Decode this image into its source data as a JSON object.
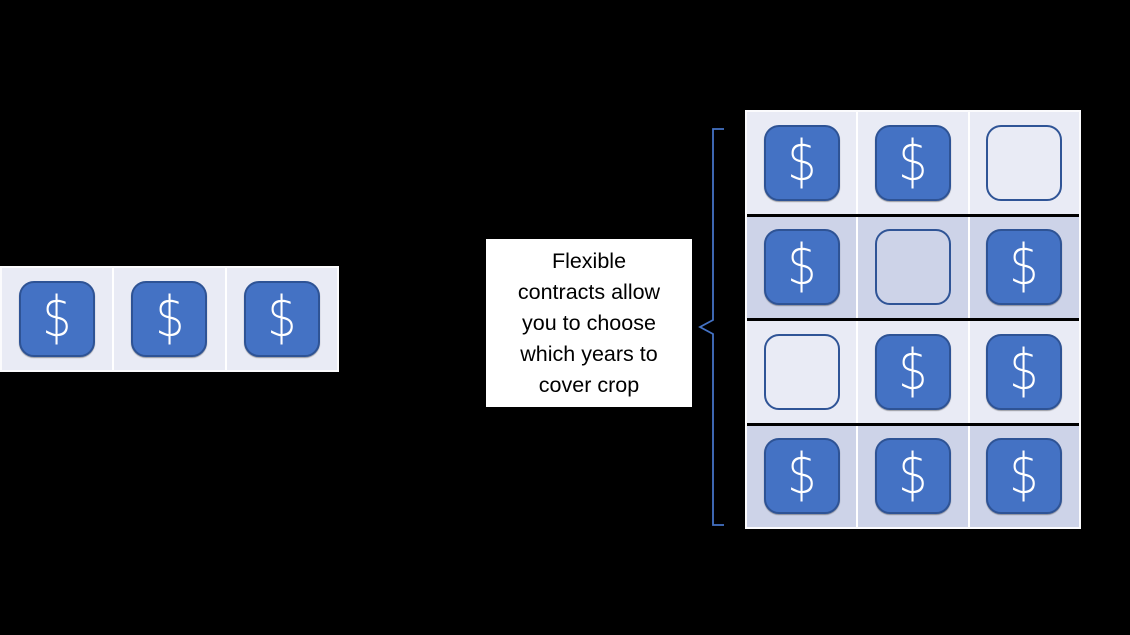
{
  "slide": {
    "background": "#000000"
  },
  "colors": {
    "square_fill": "#4472C4",
    "square_border": "#2E5395",
    "dollar_color": "#FFFFFF",
    "row_light": "#E9EBF5",
    "row_dark": "#CDD3E8",
    "divider": "#FFFFFF",
    "separator": "#000000",
    "bracket": "#4472C4",
    "callout_bg": "#FFFFFF",
    "callout_text": "#000000",
    "canvas_bg": "#000000"
  },
  "dollar_glyph": "$",
  "single_year_strip": {
    "cells": [
      "dollar",
      "dollar",
      "dollar"
    ]
  },
  "callout": {
    "text": "Flexible contracts allow you to choose which years to cover crop",
    "lines": [
      "Flexible",
      "contracts allow",
      "you to choose",
      "which years to",
      "cover crop"
    ]
  },
  "flex_grid": {
    "rows": [
      {
        "shade": "light",
        "cells": [
          "dollar",
          "dollar",
          "empty"
        ]
      },
      {
        "shade": "dark",
        "cells": [
          "dollar",
          "empty",
          "dollar"
        ]
      },
      {
        "shade": "light",
        "cells": [
          "empty",
          "dollar",
          "dollar"
        ]
      },
      {
        "shade": "dark",
        "cells": [
          "dollar",
          "dollar",
          "dollar"
        ]
      }
    ]
  }
}
